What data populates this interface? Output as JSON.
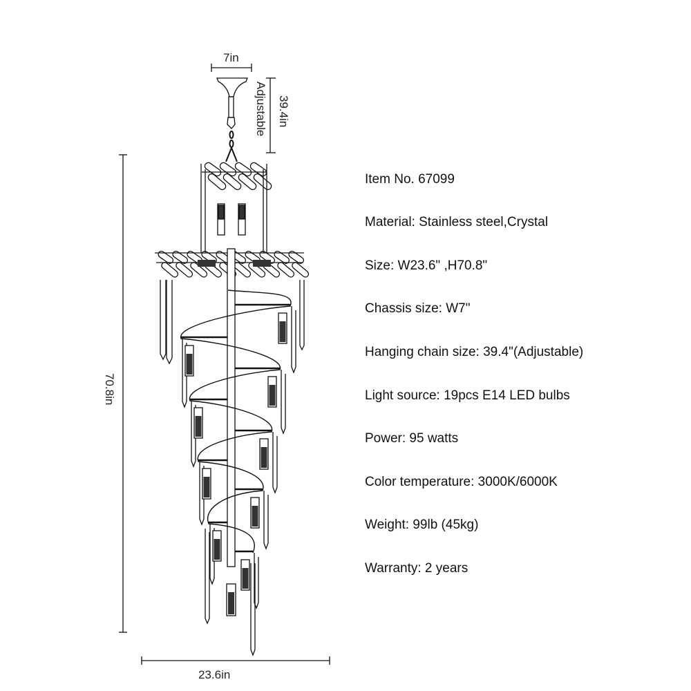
{
  "dimensions": {
    "chassis_width": "7in",
    "chain_length": "39.4in",
    "chain_note": "Adjustable",
    "total_height": "70.8in",
    "total_width": "23.6in"
  },
  "specs": [
    "Item No. 67099",
    "Material: Stainless steel,Crystal",
    "Size: W23.6\" ,H70.8\"",
    "Chassis size: W7\"",
    "Hanging chain size: 39.4\"(Adjustable)",
    "Light source: 19pcs E14 LED bulbs",
    "Power: 95 watts",
    "Color temperature: 3000K/6000K",
    "Weight: 99lb (45kg)",
    "Warranty: 2 years"
  ],
  "colors": {
    "line": "#111111",
    "text": "#111111"
  }
}
